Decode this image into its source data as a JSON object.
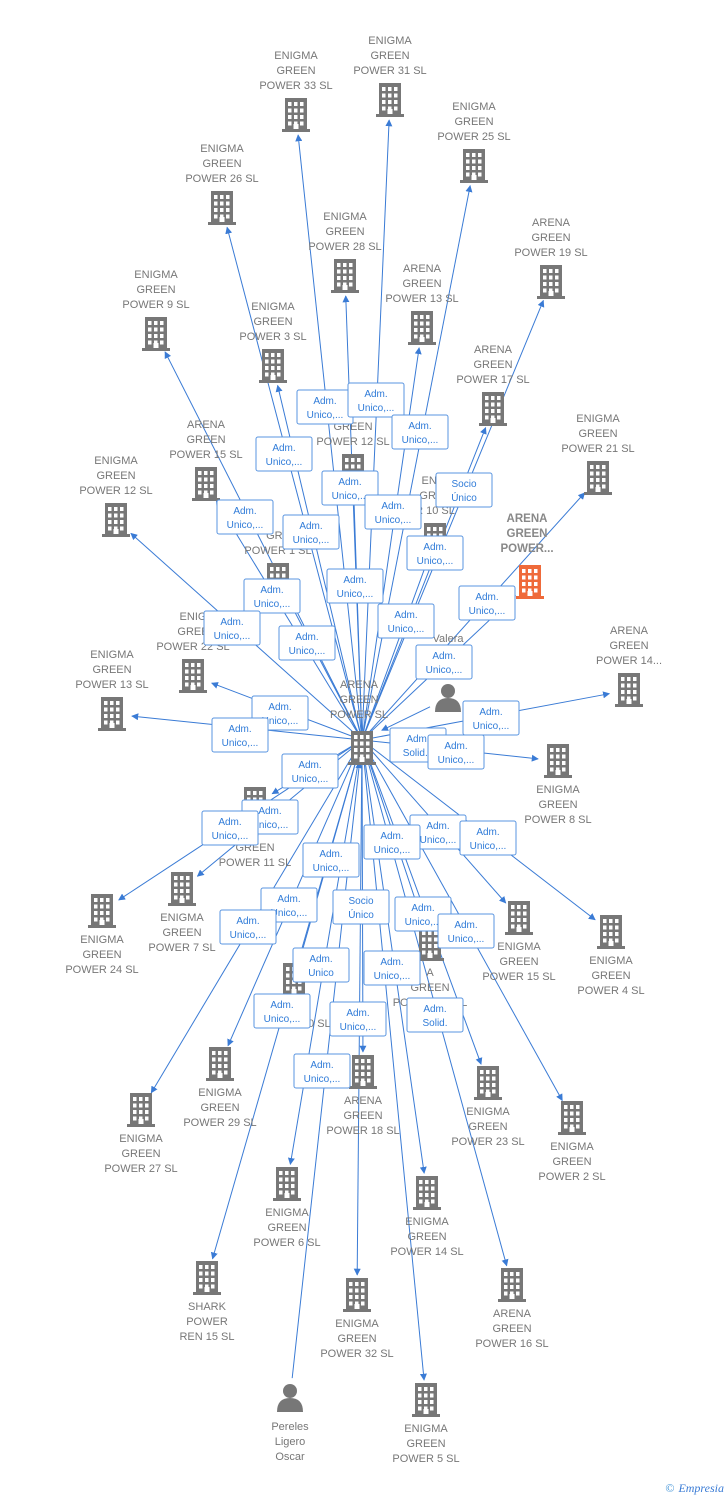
{
  "colors": {
    "edge": "#3a7bd5",
    "node": "#777777",
    "highlight": "#ef6a3a",
    "label": "#777777",
    "box_border": "#5a95e0"
  },
  "center": {
    "label": [
      "ARENA",
      "GREEN",
      "POWER  SL"
    ]
  },
  "highlight": {
    "label": [
      "ARENA",
      "GREEN",
      "POWER..."
    ]
  },
  "nodes": [
    {
      "label": [
        "ENIGMA",
        "GREEN",
        "POWER 33  SL"
      ],
      "icon": "building-icon"
    },
    {
      "label": [
        "ENIGMA",
        "GREEN",
        "POWER 31  SL"
      ],
      "icon": "building-icon"
    },
    {
      "label": [
        "ENIGMA",
        "GREEN",
        "POWER 25  SL"
      ],
      "icon": "building-icon"
    },
    {
      "label": [
        "ENIGMA",
        "GREEN",
        "POWER 26  SL"
      ],
      "icon": "building-icon"
    },
    {
      "label": [
        "ENIGMA",
        "GREEN",
        "POWER 28  SL"
      ],
      "icon": "building-icon"
    },
    {
      "label": [
        "ARENA",
        "GREEN",
        "POWER 19  SL"
      ],
      "icon": "building-icon"
    },
    {
      "label": [
        "ENIGMA",
        "GREEN",
        "POWER 9  SL"
      ],
      "icon": "building-icon"
    },
    {
      "label": [
        "ENIGMA",
        "GREEN",
        "POWER 3  SL"
      ],
      "icon": "building-icon"
    },
    {
      "label": [
        "ARENA",
        "GREEN",
        "POWER 13  SL"
      ],
      "icon": "building-icon"
    },
    {
      "label": [
        "ARENA",
        "GREEN",
        "POWER 17  SL"
      ],
      "icon": "building-icon"
    },
    {
      "label": [
        "ENIGMA",
        "GREEN",
        "POWER 21  SL"
      ],
      "icon": "building-icon"
    },
    {
      "label": [
        "ARENA",
        "GREEN",
        "POWER 15  SL"
      ],
      "icon": "building-icon"
    },
    {
      "label": [
        "GREEN",
        "POWER 12  SL"
      ],
      "icon": "building-icon"
    },
    {
      "label": [
        "ENIGMA",
        "GREEN",
        "POWER 12  SL"
      ],
      "icon": "building-icon"
    },
    {
      "label": [
        "ENIG",
        "GREE",
        "R 10  SL"
      ],
      "icon": "building-icon"
    },
    {
      "label": [
        "GRE",
        "POWER 1  SL"
      ],
      "icon": "building-icon"
    },
    {
      "label": [
        "ENIG",
        "GREE",
        "POWER 22  SL"
      ],
      "icon": "building-icon"
    },
    {
      "label": [
        "ARENA",
        "GREEN",
        "POWER 14..."
      ],
      "icon": "building-icon"
    },
    {
      "label": [
        "ENIGMA",
        "GREEN",
        "POWER 13  SL"
      ],
      "icon": "building-icon"
    },
    {
      "label": [
        "Valera",
        "Martinez",
        "Pa..."
      ],
      "icon": "person-icon"
    },
    {
      "label": [
        "ENIGMA",
        "GREEN",
        "POWER 8  SL"
      ],
      "icon": "building-icon"
    },
    {
      "label": [
        "A",
        "GREEN",
        "POWER 11  SL"
      ],
      "icon": "building-icon"
    },
    {
      "label": [
        "ENIGMA",
        "GREEN",
        "POWER 7  SL"
      ],
      "icon": "building-icon"
    },
    {
      "label": [
        "ENIGMA",
        "GREEN",
        "POWER 24  SL"
      ],
      "icon": "building-icon"
    },
    {
      "label": [
        "ENIGMA",
        "GREEN",
        "POWER 15  SL"
      ],
      "icon": "building-icon"
    },
    {
      "label": [
        "ENIGMA",
        "GREEN",
        "POWER 4  SL"
      ],
      "icon": "building-icon"
    },
    {
      "label": [
        "A",
        "GREEN",
        "POWER K1  SL"
      ],
      "icon": "building-icon"
    },
    {
      "label": [
        "N",
        "POWER 30  SL"
      ],
      "icon": "building-icon"
    },
    {
      "label": [
        "ENIGMA",
        "GREEN",
        "POWER 29  SL"
      ],
      "icon": "building-icon"
    },
    {
      "label": [
        "ENIGMA",
        "GREEN",
        "POWER 27  SL"
      ],
      "icon": "building-icon"
    },
    {
      "label": [
        "ARENA",
        "GREEN",
        "POWER 18  SL"
      ],
      "icon": "building-icon"
    },
    {
      "label": [
        "ENIGMA",
        "GREEN",
        "POWER 23  SL"
      ],
      "icon": "building-icon"
    },
    {
      "label": [
        "ENIGMA",
        "GREEN",
        "POWER 2  SL"
      ],
      "icon": "building-icon"
    },
    {
      "label": [
        "ENIGMA",
        "GREEN",
        "POWER 6  SL"
      ],
      "icon": "building-icon"
    },
    {
      "label": [
        "ENIGMA",
        "GREEN",
        "POWER 14  SL"
      ],
      "icon": "building-icon"
    },
    {
      "label": [
        "SHARK",
        "POWER",
        "REN 15  SL"
      ],
      "icon": "building-icon"
    },
    {
      "label": [
        "ENIGMA",
        "GREEN",
        "POWER 32  SL"
      ],
      "icon": "building-icon"
    },
    {
      "label": [
        "ARENA",
        "GREEN",
        "POWER 16  SL"
      ],
      "icon": "building-icon"
    },
    {
      "label": [
        "Pereles",
        "Ligero",
        "Oscar"
      ],
      "icon": "person-icon"
    },
    {
      "label": [
        "ENIGMA",
        "GREEN",
        "POWER 5  SL"
      ],
      "icon": "building-icon"
    }
  ],
  "edge_labels": [
    {
      "text": [
        "Adm.",
        "Unico,..."
      ]
    },
    {
      "text": [
        "Adm.",
        "Unico,..."
      ]
    },
    {
      "text": [
        "Adm.",
        "Unico,..."
      ]
    },
    {
      "text": [
        "Adm.",
        "Unico,..."
      ]
    },
    {
      "text": [
        "Adm.",
        "Unico,..."
      ]
    },
    {
      "text": [
        "Socio",
        "Único"
      ]
    },
    {
      "text": [
        "Adm.",
        "Unico,..."
      ]
    },
    {
      "text": [
        "Adm.",
        "Unico,..."
      ]
    },
    {
      "text": [
        "Adm.",
        "Unico,..."
      ]
    },
    {
      "text": [
        "Adm.",
        "Unico,..."
      ]
    },
    {
      "text": [
        "Adm.",
        "Unico,..."
      ]
    },
    {
      "text": [
        "Adm.",
        "Unico,..."
      ]
    },
    {
      "text": [
        "Adm.",
        "Unico,..."
      ]
    },
    {
      "text": [
        "Adm.",
        "Unico,..."
      ]
    },
    {
      "text": [
        "Adm.",
        "Unico,..."
      ]
    },
    {
      "text": [
        "Adm.",
        "Unico,..."
      ]
    },
    {
      "text": [
        "Adm.",
        "Unico,..."
      ]
    },
    {
      "text": [
        "Adm.",
        "Unico,..."
      ]
    },
    {
      "text": [
        "Adm.",
        "Unico,..."
      ]
    },
    {
      "text": [
        "Adm.",
        "Unico,..."
      ]
    },
    {
      "text": [
        "Adm.",
        "Solid..."
      ]
    },
    {
      "text": [
        "Adm.",
        "Unico,..."
      ]
    },
    {
      "text": [
        "Adm.",
        "Unico,..."
      ]
    },
    {
      "text": [
        "Adm.",
        "Unico,..."
      ]
    },
    {
      "text": [
        "Adm.",
        "Unico,..."
      ]
    },
    {
      "text": [
        "Adm.",
        "Unico,..."
      ]
    },
    {
      "text": [
        "Adm.",
        "Unico,..."
      ]
    },
    {
      "text": [
        "Adm.",
        "Unico,..."
      ]
    },
    {
      "text": [
        "Adm.",
        "Unico,..."
      ]
    },
    {
      "text": [
        "Adm.",
        "Unico,..."
      ]
    },
    {
      "text": [
        "Adm.",
        "Unico,..."
      ]
    },
    {
      "text": [
        "Socio",
        "Único"
      ]
    },
    {
      "text": [
        "Adm.",
        "Unico,..."
      ]
    },
    {
      "text": [
        "Adm.",
        "Unico,..."
      ]
    },
    {
      "text": [
        "Adm.",
        "Unico"
      ]
    },
    {
      "text": [
        "Adm.",
        "Unico,..."
      ]
    },
    {
      "text": [
        "Adm.",
        "Unico,..."
      ]
    },
    {
      "text": [
        "Adm.",
        "Unico,..."
      ]
    },
    {
      "text": [
        "Adm.",
        "Solid."
      ]
    },
    {
      "text": [
        "Adm.",
        "Unico,..."
      ]
    }
  ],
  "footer": {
    "copyright": "©",
    "brand": "Empresia"
  }
}
